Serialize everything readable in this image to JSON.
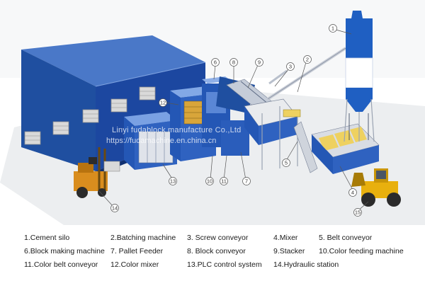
{
  "diagram": {
    "callouts": [
      "1",
      "2",
      "3",
      "4",
      "5",
      "6",
      "7",
      "8",
      "9",
      "10",
      "11",
      "12",
      "13",
      "14",
      "15"
    ],
    "watermark_lines": [
      "Linyi fudablock manufacture Co.,Ltd",
      "https://fudamachine.en.china.cn"
    ]
  },
  "legend": {
    "items": [
      "1.Cement silo",
      "2.Batching machine",
      "3. Screw conveyor",
      "4.Mixer",
      "5. Belt conveyor",
      "6.Block making machine",
      "7. Pallet Feeder",
      "8. Block conveyor",
      "9.Stacker",
      "10.Color feeding machine",
      "11.Color belt conveyor",
      "12.Color mixer",
      "13.PLC control system",
      "14.Hydraulic station"
    ]
  },
  "colors": {
    "warehouse_blue": "#1f4fa0",
    "machine_blue": "#2457b5",
    "silo_blue": "#1f5fc2",
    "loader_yellow": "#e8b00e",
    "forklift_orange": "#d98d1e",
    "floor_grey": "#e9eaec"
  }
}
